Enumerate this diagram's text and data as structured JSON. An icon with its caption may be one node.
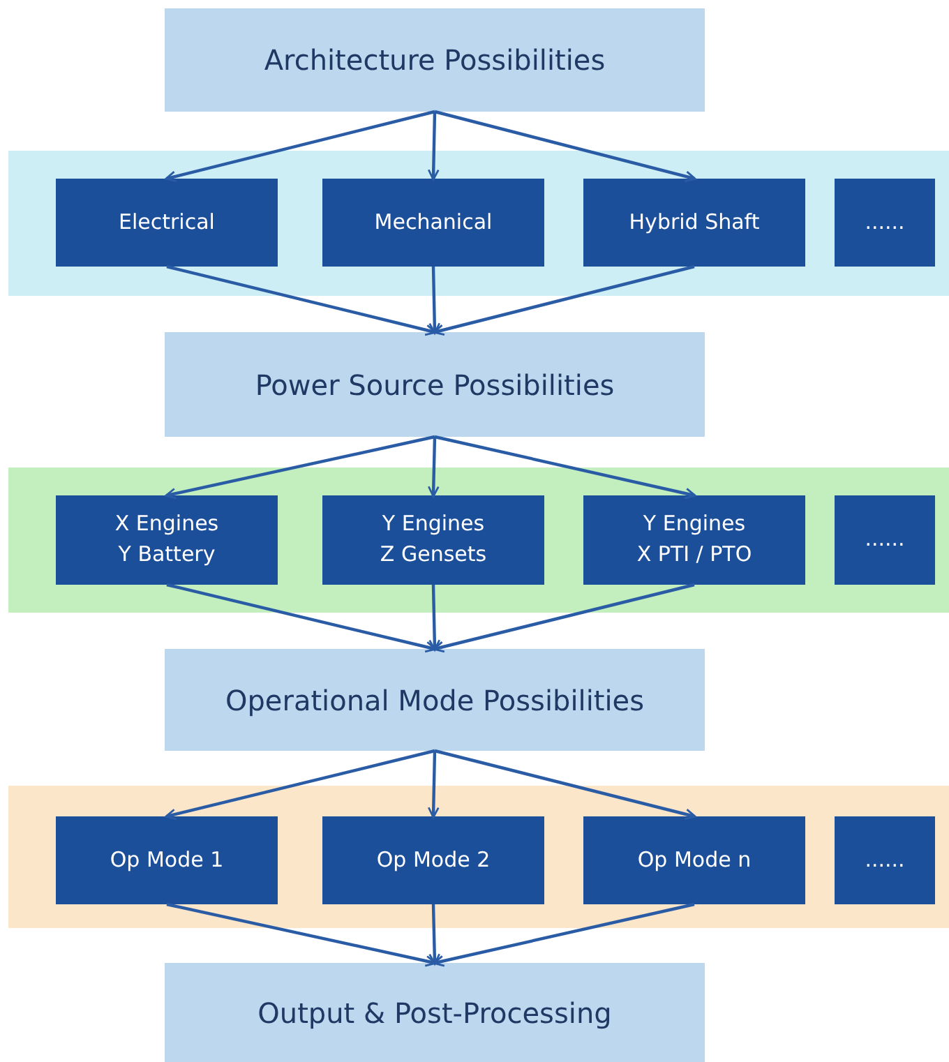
{
  "diagram": {
    "nodes": [
      {
        "text": [
          "Architecture Possibilities"
        ]
      },
      {
        "text": [],
        "shape": "box"
      },
      {
        "text": [
          "Electrical"
        ],
        "in": 1
      },
      {
        "text": [
          "Mechanical"
        ],
        "in": 1
      },
      {
        "text": [
          "Hybrid Shaft"
        ],
        "in": 1
      },
      {
        "text": [
          "......"
        ],
        "in": 1
      },
      {
        "text": [
          "Power Source Possibilities"
        ]
      },
      {
        "text": [],
        "shape": "box"
      },
      {
        "text": [
          "X Engines Y Battery"
        ],
        "in": 7
      },
      {
        "text": [
          "Y Engines Z Gensets"
        ],
        "in": 7
      },
      {
        "text": [
          "Y Engines X PTI / PTO"
        ],
        "in": 7
      },
      {
        "text": [
          "......"
        ],
        "in": 7
      },
      {
        "text": [
          "Operational Mode Possibilities"
        ]
      },
      {
        "text": [],
        "shape": "box"
      },
      {
        "text": [
          "Op Mode 1"
        ],
        "in": 13
      },
      {
        "text": [
          "Op Mode 2"
        ],
        "in": 13
      },
      {
        "text": [
          "Op Mode n"
        ],
        "in": 13
      },
      {
        "text": [
          "......"
        ],
        "in": 13
      },
      {
        "text": [
          "Output & Post-Processing"
        ]
      }
    ],
    "edges": [
      {
        "from": 0,
        "to": 2,
        "arrow": "to"
      },
      {
        "from": 0,
        "to": 3,
        "arrow": "to"
      },
      {
        "from": 0,
        "to": 4,
        "arrow": "to"
      },
      {
        "from": 2,
        "to": 6,
        "arrow": "to"
      },
      {
        "from": 3,
        "to": 6,
        "arrow": "to"
      },
      {
        "from": 4,
        "to": 6,
        "arrow": "to"
      },
      {
        "from": 6,
        "to": 8,
        "arrow": "to"
      },
      {
        "from": 6,
        "to": 9,
        "arrow": "to"
      },
      {
        "from": 6,
        "to": 10,
        "arrow": "to"
      },
      {
        "from": 8,
        "to": 12,
        "arrow": "to"
      },
      {
        "from": 9,
        "to": 12,
        "arrow": "to"
      },
      {
        "from": 10,
        "to": 12,
        "arrow": "to"
      },
      {
        "from": 12,
        "to": 14,
        "arrow": "to"
      },
      {
        "from": 12,
        "to": 15,
        "arrow": "to"
      },
      {
        "from": 12,
        "to": 16,
        "arrow": "to"
      },
      {
        "from": 14,
        "to": 18,
        "arrow": "to"
      },
      {
        "from": 15,
        "to": 18,
        "arrow": "to"
      },
      {
        "from": 16,
        "to": 18,
        "arrow": "to"
      }
    ]
  }
}
